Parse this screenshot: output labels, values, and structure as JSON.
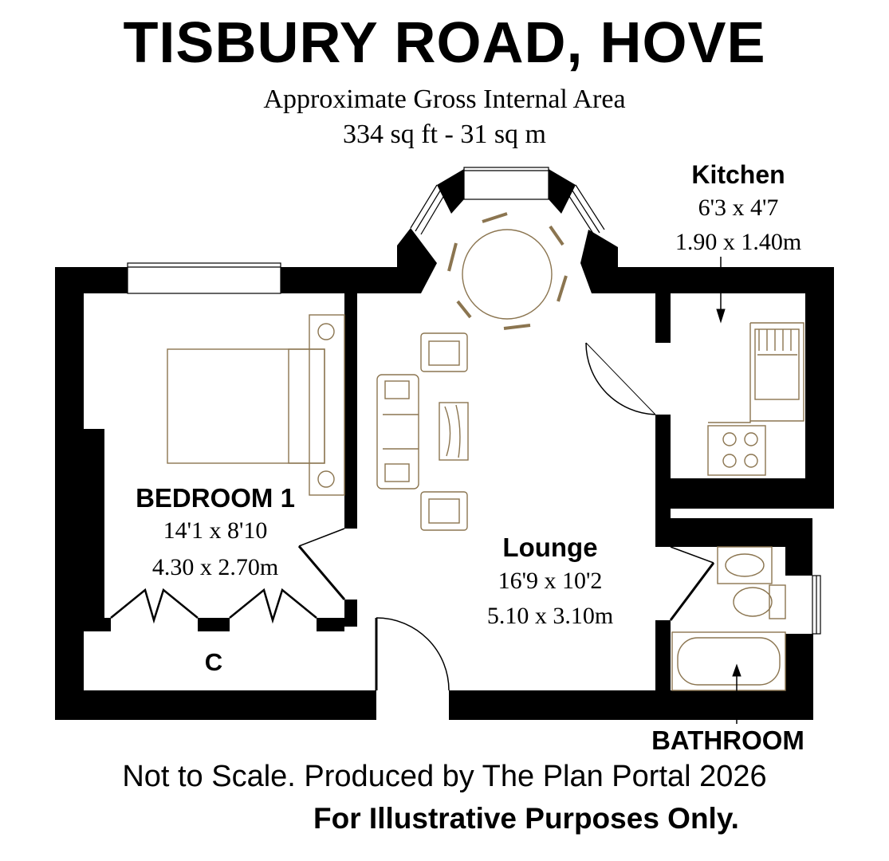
{
  "header": {
    "title": "TISBURY ROAD, HOVE",
    "area_label": "Approximate Gross Internal Area",
    "area_value": "334 sq ft - 31 sq m"
  },
  "rooms": {
    "kitchen": {
      "name": "Kitchen",
      "imperial": "6'3 x 4'7",
      "metric": "1.90 x 1.40m"
    },
    "bedroom": {
      "name": "BEDROOM 1",
      "imperial": "14'1 x 8'10",
      "metric": "4.30 x 2.70m"
    },
    "lounge": {
      "name": "Lounge",
      "imperial": "16'9 x 10'2",
      "metric": "5.10 x 3.10m"
    },
    "cupboard": {
      "name": "C"
    },
    "bathroom": {
      "name": "BATHROOM"
    }
  },
  "footer": {
    "line1": "Not to Scale. Produced by The Plan Portal 2026",
    "line2": "For Illustrative Purposes Only."
  },
  "colors": {
    "wall": "#000000",
    "fixture": "#8b7550"
  }
}
